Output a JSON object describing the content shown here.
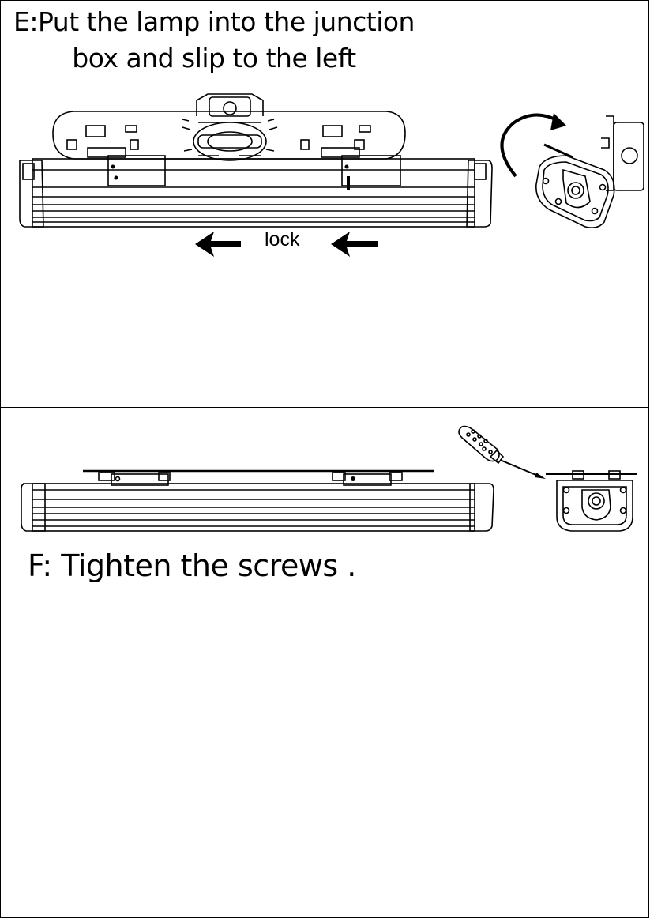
{
  "panel_e": {
    "title_line1": "E:Put the lamp into the junction",
    "title_line2": "box and slip to the left",
    "arrow_label": "lock"
  },
  "panel_f": {
    "title": "F: Tighten the screws ."
  }
}
